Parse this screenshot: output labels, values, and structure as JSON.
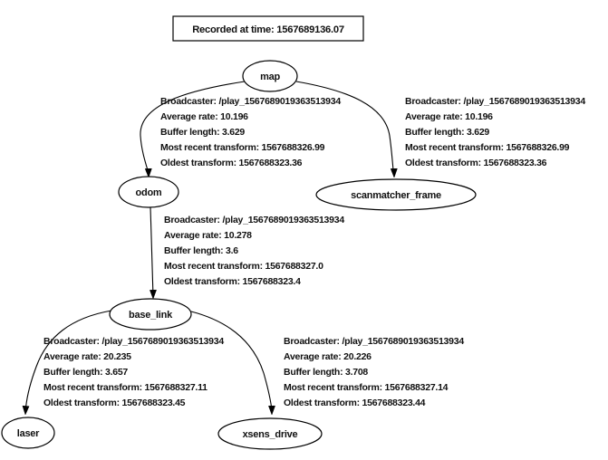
{
  "title": "Recorded at time: 1567689136.07",
  "nodes": {
    "map": {
      "label": "map"
    },
    "odom": {
      "label": "odom"
    },
    "scanmatcher_frame": {
      "label": "scanmatcher_frame"
    },
    "base_link": {
      "label": "base_link"
    },
    "laser": {
      "label": "laser"
    },
    "xsens_drive": {
      "label": "xsens_drive"
    }
  },
  "edges": [
    {
      "from": "map",
      "to": "odom",
      "lines": [
        "Broadcaster: /play_1567689019363513934",
        "Average rate: 10.196",
        "Buffer length: 3.629",
        "Most recent transform: 1567688326.99",
        "Oldest transform: 1567688323.36"
      ]
    },
    {
      "from": "map",
      "to": "scanmatcher_frame",
      "lines": [
        "Broadcaster: /play_1567689019363513934",
        "Average rate: 10.196",
        "Buffer length: 3.629",
        "Most recent transform: 1567688326.99",
        "Oldest transform: 1567688323.36"
      ]
    },
    {
      "from": "odom",
      "to": "base_link",
      "lines": [
        "Broadcaster: /play_1567689019363513934",
        "Average rate: 10.278",
        "Buffer length: 3.6",
        "Most recent transform: 1567688327.0",
        "Oldest transform: 1567688323.4"
      ]
    },
    {
      "from": "base_link",
      "to": "laser",
      "lines": [
        "Broadcaster: /play_1567689019363513934",
        "Average rate: 20.235",
        "Buffer length: 3.657",
        "Most recent transform: 1567688327.11",
        "Oldest transform: 1567688323.45"
      ]
    },
    {
      "from": "base_link",
      "to": "xsens_drive",
      "lines": [
        "Broadcaster: /play_1567689019363513934",
        "Average rate: 20.226",
        "Buffer length: 3.708",
        "Most recent transform: 1567688327.14",
        "Oldest transform: 1567688323.44"
      ]
    }
  ],
  "colors": {
    "background": "#ffffff",
    "stroke": "#000000",
    "text": "#111111"
  }
}
